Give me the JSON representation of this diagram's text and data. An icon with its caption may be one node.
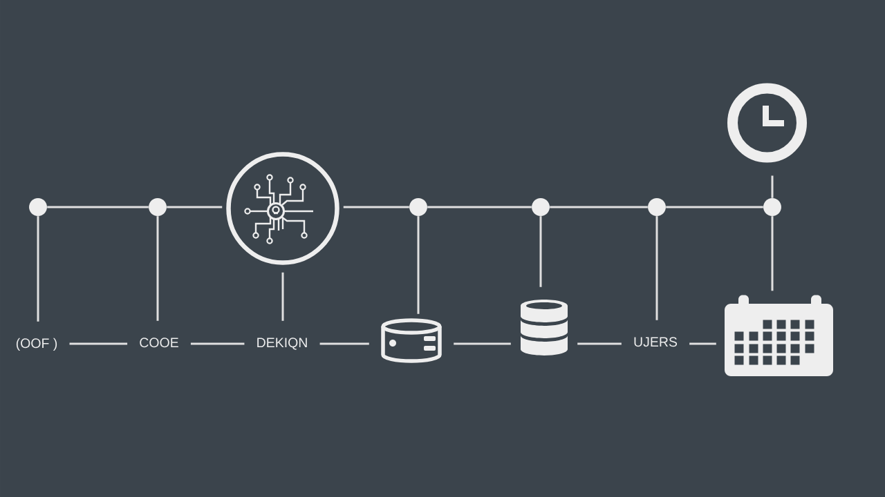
{
  "diagram": {
    "nodes": [
      {
        "text": [],
        "shape": "picture"
      },
      {
        "text": [],
        "shape": "circle"
      },
      {
        "text": [],
        "shape": "circle"
      },
      {
        "text": [],
        "shape": "picture"
      },
      {
        "text": [],
        "shape": "circle"
      },
      {
        "text": [],
        "shape": "circle"
      },
      {
        "text": [],
        "shape": "circle"
      },
      {
        "text": [],
        "shape": "circle"
      },
      {
        "text": [
          "(OOF )"
        ]
      },
      {
        "text": [
          "COOE"
        ]
      },
      {
        "text": [
          "DEKIQN"
        ]
      },
      {
        "text": [],
        "shape": "cylinder"
      },
      {
        "text": [],
        "shape": "cylinder"
      },
      {
        "text": [
          "UJERS"
        ]
      },
      {
        "text": [],
        "shape": "picture"
      }
    ],
    "edges": [
      {
        "from": 1,
        "to": 2,
        "arrow": "none"
      },
      {
        "from": 2,
        "to": 3,
        "arrow": "none"
      },
      {
        "from": 3,
        "to": 4,
        "arrow": "none"
      },
      {
        "from": 4,
        "to": 5,
        "arrow": "none"
      },
      {
        "from": 5,
        "to": 6,
        "arrow": "none"
      },
      {
        "from": 6,
        "to": 7,
        "arrow": "none"
      },
      {
        "from": 0,
        "to": 7,
        "arrow": "none"
      },
      {
        "from": 1,
        "to": 8,
        "arrow": "none"
      },
      {
        "from": 2,
        "to": 9,
        "arrow": "none"
      },
      {
        "from": 3,
        "to": 10,
        "arrow": "none"
      },
      {
        "from": 4,
        "to": 11,
        "arrow": "none"
      },
      {
        "from": 5,
        "to": 12,
        "arrow": "none"
      },
      {
        "from": 6,
        "to": 13,
        "arrow": "none"
      },
      {
        "from": 7,
        "to": 14,
        "arrow": "none"
      },
      {
        "from": 8,
        "to": 9,
        "arrow": "none"
      },
      {
        "from": 9,
        "to": 10,
        "arrow": "none"
      },
      {
        "from": 10,
        "to": 11,
        "arrow": "none"
      },
      {
        "from": 11,
        "to": 12,
        "arrow": "none"
      },
      {
        "from": 12,
        "to": 13,
        "arrow": "none"
      },
      {
        "from": 13,
        "to": 14,
        "arrow": "none"
      }
    ]
  }
}
